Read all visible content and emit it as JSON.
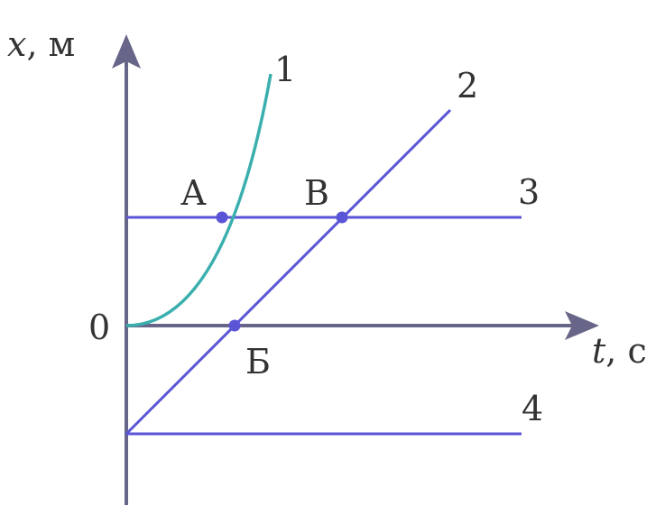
{
  "axes": {
    "x_axis_label_var": "t",
    "x_axis_label_unit": "с",
    "y_axis_label_var": "x",
    "y_axis_label_unit": "м",
    "origin_label": "0"
  },
  "lines": [
    {
      "id": "1",
      "label": "1",
      "kind": "parabola",
      "color": "#3aafae"
    },
    {
      "id": "2",
      "label": "2",
      "kind": "linear-increasing",
      "color": "#5a55d6"
    },
    {
      "id": "3",
      "label": "3",
      "kind": "constant-positive",
      "color": "#5a55d6"
    },
    {
      "id": "4",
      "label": "4",
      "kind": "constant-negative",
      "color": "#5a55d6"
    }
  ],
  "points": [
    {
      "label": "А",
      "on": [
        "1",
        "3"
      ]
    },
    {
      "label": "В",
      "on": [
        "2",
        "3"
      ]
    },
    {
      "label": "Б",
      "on": [
        "2",
        "t-axis"
      ]
    }
  ],
  "colors": {
    "axis": "#676689",
    "point": "#5a55d6"
  }
}
